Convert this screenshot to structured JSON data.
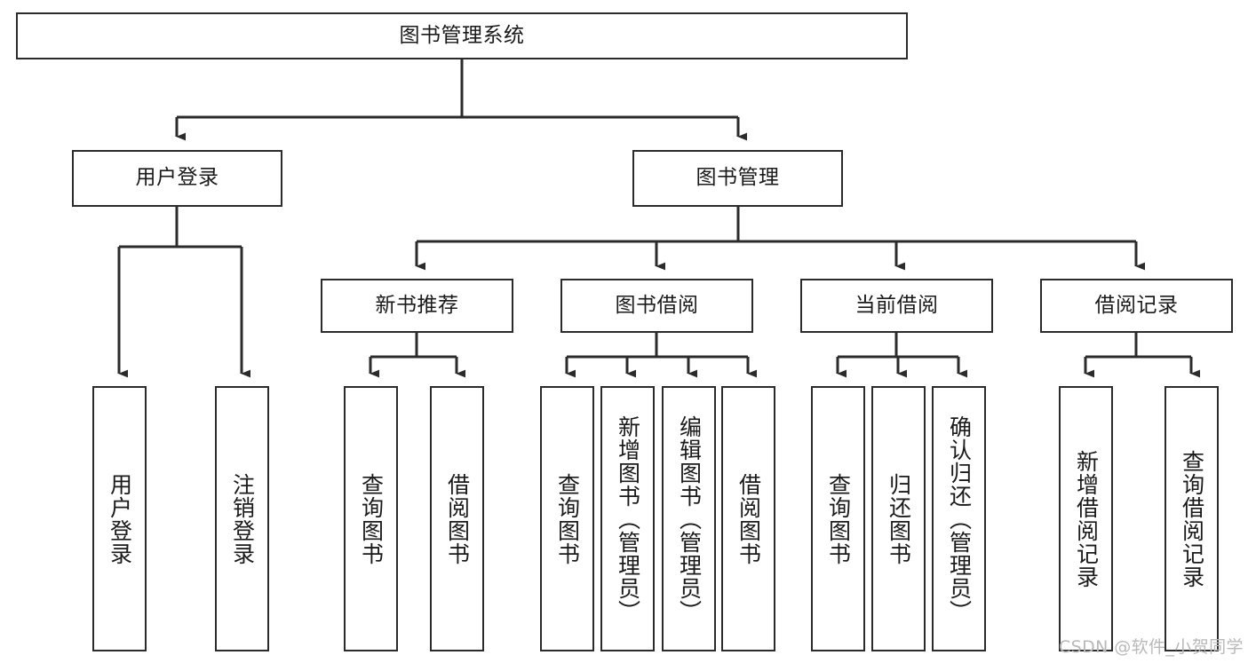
{
  "diagram": {
    "title": "图书管理系统",
    "type": "tree-hierarchy-chart",
    "colors": {
      "box_border": "#2b2b2b",
      "box_fill": "#ffffff",
      "connector": "#2b2b2b",
      "text": "#1a1a1a",
      "watermark": "#b9b9b9",
      "background": "#ffffff"
    },
    "root": {
      "id": "root",
      "label": "图书管理系统"
    },
    "level2": [
      {
        "id": "user-login",
        "label": "用户登录"
      },
      {
        "id": "book-manage",
        "label": "图书管理"
      }
    ],
    "level3": [
      {
        "id": "new-book-rec",
        "label": "新书推荐",
        "parent": "book-manage"
      },
      {
        "id": "book-borrow",
        "label": "图书借阅",
        "parent": "book-manage"
      },
      {
        "id": "current-borrow",
        "label": "当前借阅",
        "parent": "book-manage"
      },
      {
        "id": "borrow-record",
        "label": "借阅记录",
        "parent": "book-manage"
      }
    ],
    "leaves": [
      {
        "id": "leaf-user-login",
        "label": "用户登录",
        "parent": "user-login"
      },
      {
        "id": "leaf-logout-login",
        "label": "注销登录",
        "parent": "user-login"
      },
      {
        "id": "leaf-query-book-1",
        "label": "查询图书",
        "parent": "new-book-rec"
      },
      {
        "id": "leaf-borrow-book-1",
        "label": "借阅图书",
        "parent": "new-book-rec"
      },
      {
        "id": "leaf-query-book-2",
        "label": "查询图书",
        "parent": "book-borrow"
      },
      {
        "id": "leaf-add-book",
        "label": "新增图书（管理员）",
        "parent": "book-borrow"
      },
      {
        "id": "leaf-edit-book",
        "label": "编辑图书（管理员）",
        "parent": "book-borrow"
      },
      {
        "id": "leaf-borrow-book-2",
        "label": "借阅图书",
        "parent": "book-borrow"
      },
      {
        "id": "leaf-query-book-3",
        "label": "查询图书",
        "parent": "current-borrow"
      },
      {
        "id": "leaf-return-book",
        "label": "归还图书",
        "parent": "current-borrow"
      },
      {
        "id": "leaf-confirm-return",
        "label": "确认归还（管理员）",
        "parent": "current-borrow"
      },
      {
        "id": "leaf-add-record",
        "label": "新增借阅记录",
        "parent": "borrow-record"
      },
      {
        "id": "leaf-query-record",
        "label": "查询借阅记录",
        "parent": "borrow-record"
      }
    ]
  },
  "watermark": {
    "text": "CSDN @软件_小贺同学"
  }
}
